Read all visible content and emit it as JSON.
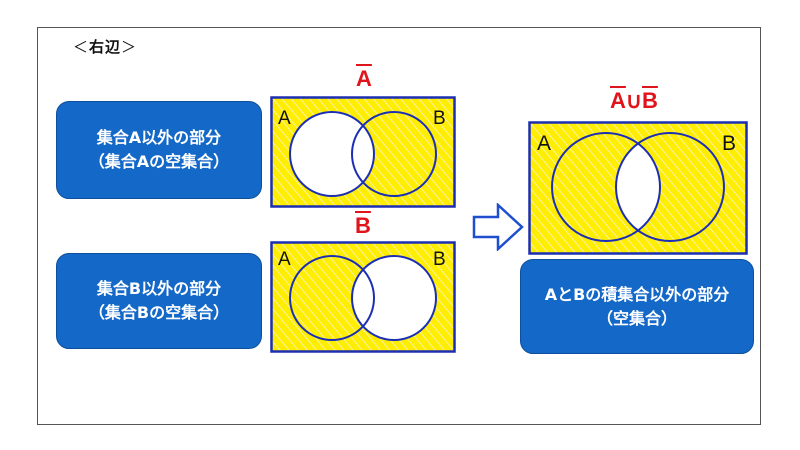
{
  "heading": {
    "open": "＜",
    "text": "右辺",
    "close": "＞"
  },
  "panel_a": {
    "title": "A",
    "label_line1": "集合A以外の部分",
    "label_line2": "（集合Aの空集合）",
    "circle_left": "A",
    "circle_right": "B",
    "shaded": "outside A"
  },
  "panel_b": {
    "title": "B",
    "label_line1": "集合B以外の部分",
    "label_line2": "（集合Bの空集合）",
    "circle_left": "A",
    "circle_right": "B",
    "shaded": "outside B"
  },
  "panel_union": {
    "title_left": "A",
    "title_op": "∪",
    "title_right": "B",
    "label_line1": "AとBの積集合以外の部分",
    "label_line2": "（空集合）",
    "circle_left": "A",
    "circle_right": "B",
    "shaded": "everything except A∩B"
  },
  "colors": {
    "fill_yellow": "#ffee00",
    "hatch": "#f6f3cf",
    "outline_blue": "#1c2fb4",
    "label_blue": "#1368c8",
    "title_red": "#e0141b",
    "arrow_blue": "#1f4fcf"
  },
  "icons": {
    "arrow": "right-arrow-icon"
  }
}
